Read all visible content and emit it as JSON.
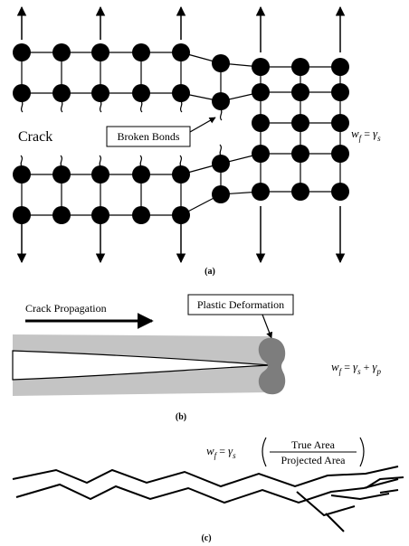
{
  "panel_a": {
    "crack_label": "Crack",
    "callout_label": "Broken Bonds",
    "equation_lhs": "w",
    "equation_lhs_sub": "f",
    "equation_eq": " = ",
    "equation_rhs": "γ",
    "equation_rhs_sub": "s",
    "caption": "(a)"
  },
  "panel_b": {
    "arrow_label": "Crack Propagation",
    "callout_label": "Plastic Deformation",
    "equation_lhs": "w",
    "equation_lhs_sub": "f",
    "equation_eq": " = ",
    "equation_t1": "γ",
    "equation_t1_sub": "s",
    "equation_plus": " + ",
    "equation_t2": "γ",
    "equation_t2_sub": "p",
    "caption": "(b)"
  },
  "panel_c": {
    "equation_lhs": "w",
    "equation_lhs_sub": "f",
    "equation_eq": " = ",
    "equation_g": "γ",
    "equation_g_sub": "s",
    "numerator": "True Area",
    "denominator": "Projected Area",
    "caption": "(c)"
  },
  "colors": {
    "atom": "#000000",
    "bond": "#000000",
    "bar": "#c4c4c4",
    "plastic_zone": "#7d7d7d"
  }
}
